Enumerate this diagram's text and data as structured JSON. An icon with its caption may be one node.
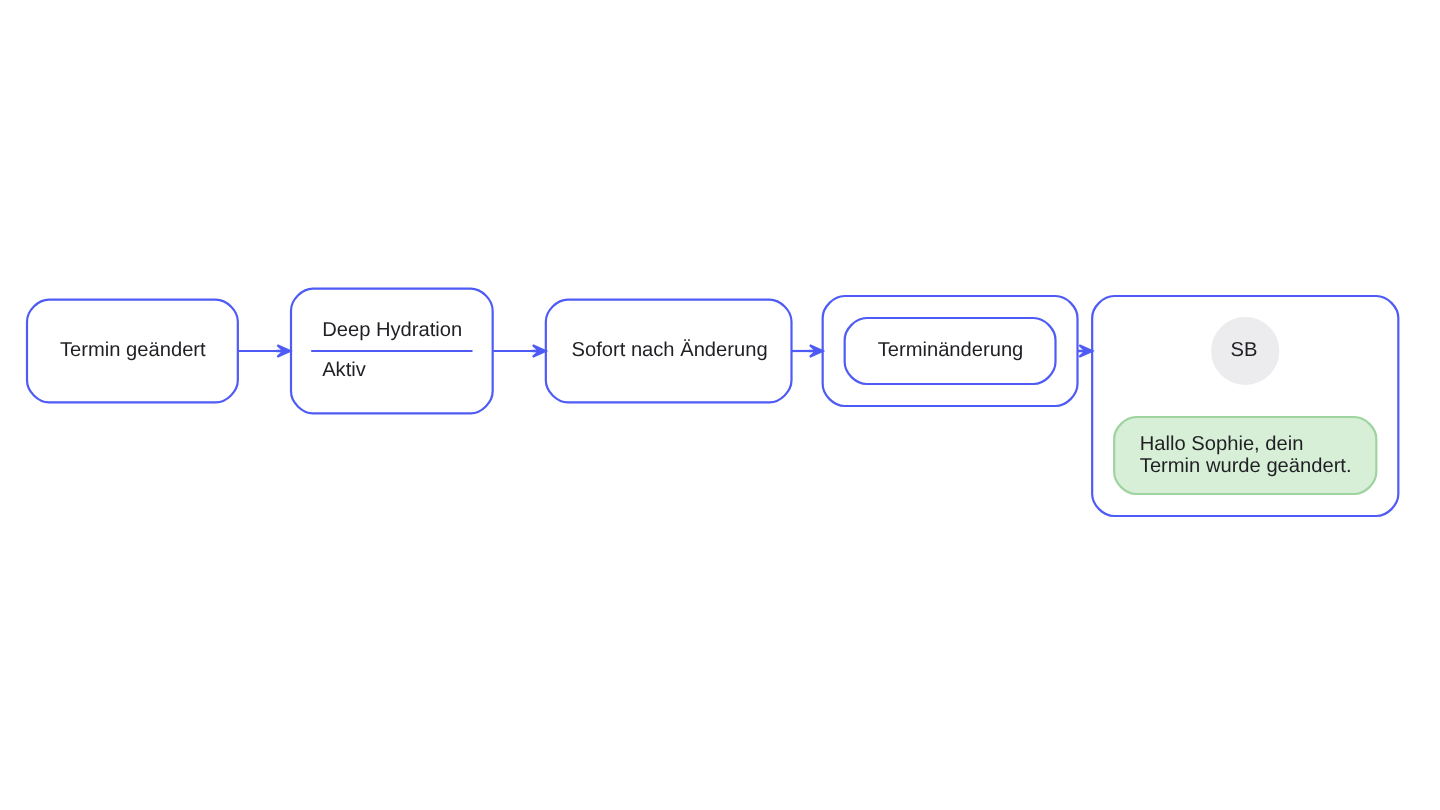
{
  "diagram": {
    "nodes": [
      {
        "text": [
          "Termin geändert"
        ]
      },
      {
        "text": [
          "Deep Hydration",
          "Aktiv"
        ]
      },
      {
        "text": [
          "Sofort nach Änderung"
        ]
      },
      {
        "text": [],
        "shape": "box"
      },
      {
        "text": [
          "Terminänderung"
        ],
        "in": 3
      },
      {
        "text": [],
        "shape": "box"
      },
      {
        "text": [
          "SB"
        ],
        "in": 5
      },
      {
        "text": [
          "Hallo Sophie, dein Termin wurde geändert."
        ],
        "in": 5
      }
    ],
    "edges": [
      {
        "from": 0,
        "to": 1,
        "arrow": "to"
      },
      {
        "from": 1,
        "to": 2,
        "arrow": "to"
      },
      {
        "from": 2,
        "to": 3,
        "arrow": "to"
      },
      {
        "from": 3,
        "to": 5,
        "arrow": "to"
      }
    ]
  }
}
